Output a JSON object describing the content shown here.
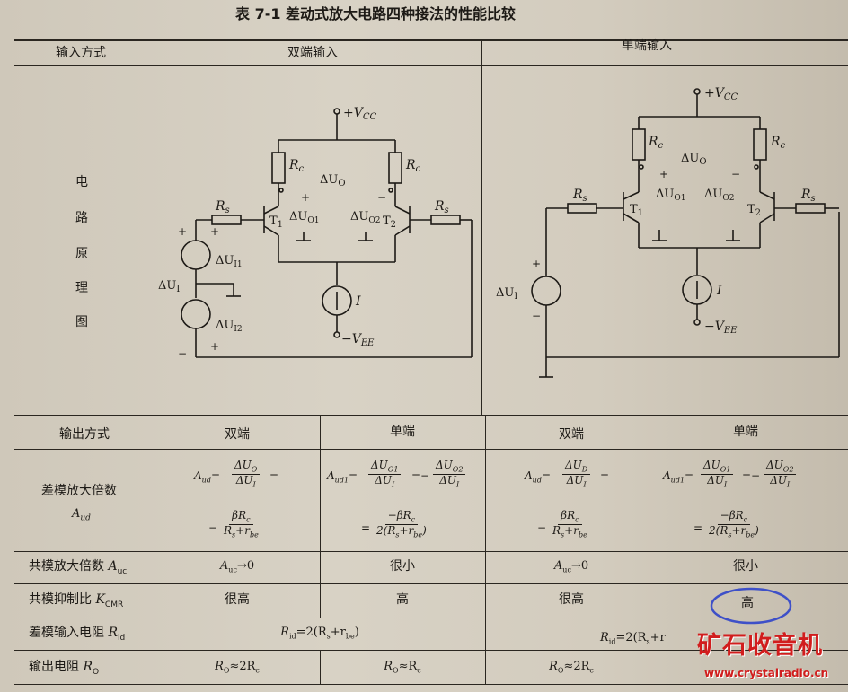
{
  "title": "表 7-1   差动式放大电路四种接法的性能比较",
  "top_table": {
    "col_input_mode": "输入方式",
    "col_double": "双端输入",
    "col_single": "单端输入",
    "row_label_chars": [
      "电",
      "路",
      "原",
      "理",
      "图"
    ]
  },
  "circuit_double": {
    "vcc": "+V",
    "vcc_sub": "CC",
    "vee": "−V",
    "vee_sub": "EE",
    "rc1": "R",
    "rc_sub": "c",
    "rs": "R",
    "rs_sub": "s",
    "t1": "T",
    "t1_sub": "1",
    "t2": "T",
    "t2_sub": "2",
    "du_o": "ΔU",
    "du_o_sub": "O",
    "du_o1": "ΔU",
    "du_o1_sub": "O1",
    "du_o2": "ΔU",
    "du_o2_sub": "O2",
    "du_i": "ΔU",
    "du_i_sub": "I",
    "du_i1": "ΔU",
    "du_i1_sub": "I1",
    "du_i2": "ΔU",
    "du_i2_sub": "I2",
    "current": "I",
    "plus": "+",
    "minus": "−"
  },
  "circuit_single": {
    "vcc": "+V",
    "vcc_sub": "CC",
    "vee": "−V",
    "vee_sub": "EE",
    "du_i": "ΔU",
    "du_i_sub": "I",
    "current": "I"
  },
  "bottom_table": {
    "headers": [
      "输出方式",
      "双端",
      "单端",
      "双端",
      "单端"
    ],
    "rows": [
      {
        "label": "差模放大倍数",
        "label_sub": "A",
        "label_sub2": "ud"
      },
      {
        "label": "共模放大倍数",
        "label_var": "A",
        "label_var_sub": "uc",
        "cells": [
          "A",
          "很小",
          "A",
          "很小"
        ],
        "cell_subs": [
          "uc",
          "",
          "uc",
          ""
        ],
        "cell_tails": [
          "→0",
          "",
          "→0",
          ""
        ]
      },
      {
        "label": "共模抑制比",
        "label_var": "K",
        "label_var_sub": "CMR",
        "cells": [
          "很高",
          "高",
          "很高",
          "高"
        ]
      },
      {
        "label": "差模输入电阻",
        "label_var": "R",
        "label_var_sub": "id",
        "cells": [
          "R",
          "R"
        ],
        "cell_subs": [
          "id",
          "id"
        ],
        "cell_tails": [
          "=2(R",
          "=2(R"
        ],
        "cell_tails2": [
          "s",
          "s"
        ],
        "cell_tails3": [
          "+r",
          "+r"
        ],
        "cell_tails4": [
          "be",
          ""
        ],
        "cell_tails5": [
          ")",
          ""
        ]
      },
      {
        "label": "输出电阻",
        "label_var": "R",
        "label_var_sub": "O",
        "cells": [
          "≈2R",
          "≈R",
          "≈2R",
          ""
        ],
        "cell_prefix": "R",
        "cell_prefix_sub": "O",
        "cell_suffix_sub": [
          "c",
          "c",
          "c",
          ""
        ]
      }
    ],
    "gain_formulas": [
      {
        "lhs": "A",
        "lhs_sub": "ud",
        "n": "ΔU",
        "n_sub": "O",
        "d": "ΔU",
        "d_sub": "I",
        "eq": "=",
        "l2_sign": "−",
        "n2": "βR",
        "n2_sub": "c",
        "d2": "R",
        "d2_sub": "s",
        "d2_tail": "+r",
        "d2_tail_sub": "be"
      },
      {
        "lhs": "A",
        "lhs_sub": "ud1",
        "n": "ΔU",
        "n_sub": "O1",
        "d": "ΔU",
        "d_sub": "I",
        "eq": "=−",
        "n_b": "ΔU",
        "n_b_sub": "O2",
        "d_b": "ΔU",
        "d_b_sub": "I",
        "n2": "−βR",
        "n2_sub": "c",
        "d2": "2(R",
        "d2_sub": "s",
        "d2_tail": "+r",
        "d2_tail_sub": "be",
        "d2_close": ")"
      },
      {
        "lhs": "A",
        "lhs_sub": "ud",
        "n": "ΔU",
        "n_sub": "D",
        "d": "ΔU",
        "d_sub": "I",
        "eq": "=",
        "l2_sign": "−",
        "n2": "βR",
        "n2_sub": "c",
        "d2": "R",
        "d2_sub": "s",
        "d2_tail": "+r",
        "d2_tail_sub": "be"
      },
      {
        "lhs": "A",
        "lhs_sub": "ud1",
        "n": "ΔU",
        "n_sub": "O1",
        "d": "ΔU",
        "d_sub": "I",
        "eq": "=−",
        "n_b": "ΔU",
        "n_b_sub": "O2",
        "d_b": "ΔU",
        "d_b_sub": "I",
        "n2": "−βR",
        "n2_sub": "c",
        "d2": "2(R",
        "d2_sub": "s",
        "d2_tail": "+r",
        "d2_tail_sub": "be",
        "d2_close": ")"
      }
    ]
  },
  "watermark": {
    "brand": "矿石收音机",
    "url": "www.crystalradio.cn"
  },
  "colors": {
    "paper": "#d3ccbe",
    "ink": "#1d1a16",
    "highlight_circle": "#3e50c8",
    "watermark_red": "#d11d1d"
  }
}
